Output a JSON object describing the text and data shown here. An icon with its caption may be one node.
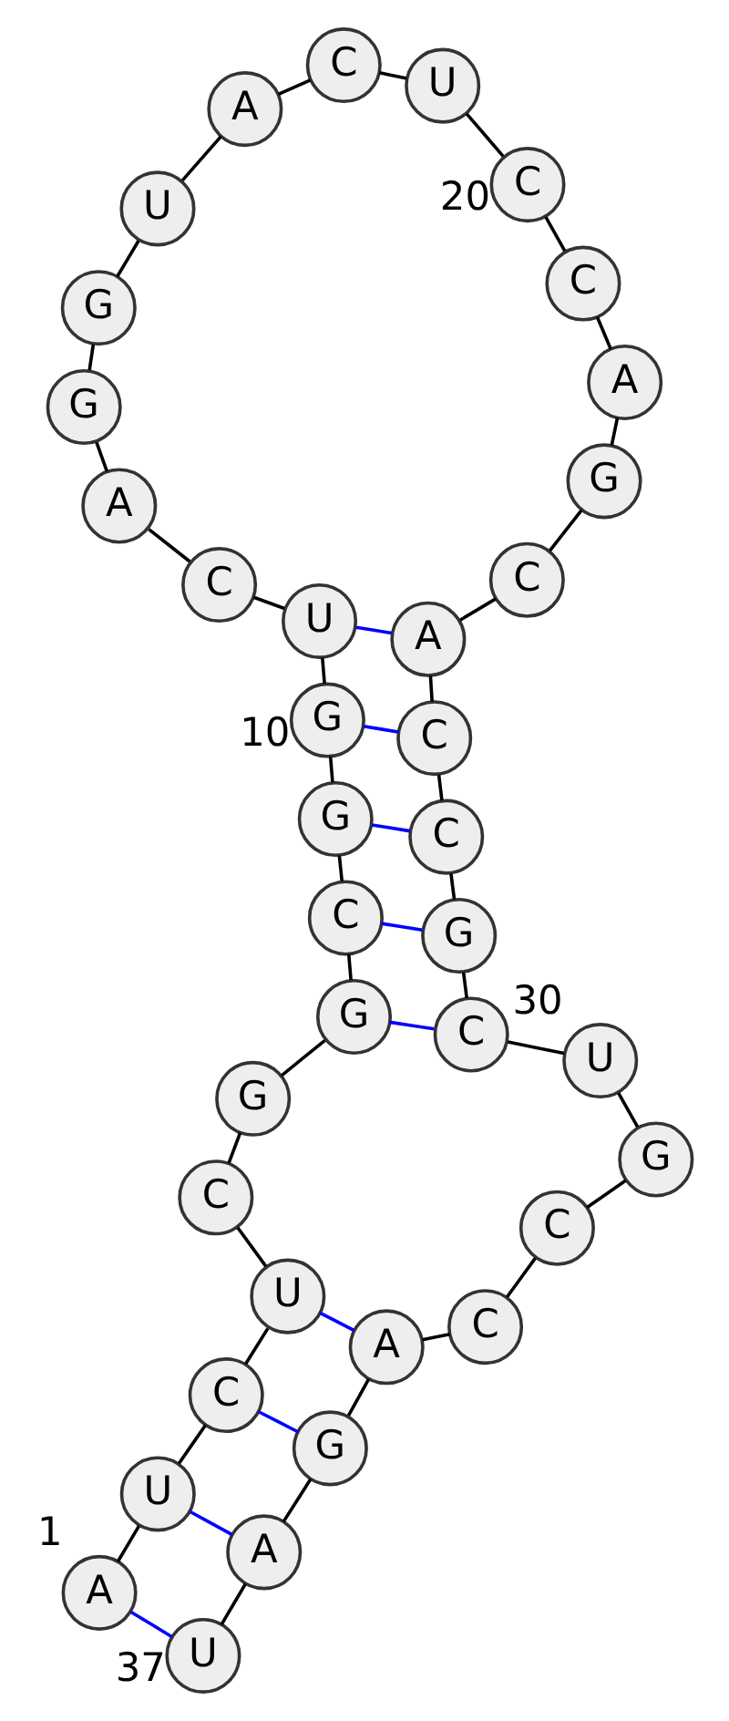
{
  "diagram": {
    "nodes": [
      {
        "text": [
          "A"
        ],
        "beside": [
          "1"
        ]
      },
      {
        "text": [
          "U"
        ]
      },
      {
        "text": [
          "C"
        ]
      },
      {
        "text": [
          "U"
        ]
      },
      {
        "text": [
          "C"
        ]
      },
      {
        "text": [
          "G"
        ]
      },
      {
        "text": [
          "G"
        ]
      },
      {
        "text": [
          "C"
        ]
      },
      {
        "text": [
          "G"
        ]
      },
      {
        "text": [
          "G"
        ],
        "beside": [
          "10"
        ]
      },
      {
        "text": [
          "U"
        ]
      },
      {
        "text": [
          "C"
        ]
      },
      {
        "text": [
          "A"
        ]
      },
      {
        "text": [
          "G"
        ]
      },
      {
        "text": [
          "G"
        ]
      },
      {
        "text": [
          "U"
        ]
      },
      {
        "text": [
          "A"
        ]
      },
      {
        "text": [
          "C"
        ]
      },
      {
        "text": [
          "U"
        ]
      },
      {
        "text": [
          "C"
        ],
        "beside": [
          "20"
        ]
      },
      {
        "text": [
          "C"
        ]
      },
      {
        "text": [
          "A"
        ]
      },
      {
        "text": [
          "G"
        ]
      },
      {
        "text": [
          "C"
        ]
      },
      {
        "text": [
          "A"
        ]
      },
      {
        "text": [
          "C"
        ]
      },
      {
        "text": [
          "C"
        ]
      },
      {
        "text": [
          "G"
        ]
      },
      {
        "text": [
          "C"
        ]
      },
      {
        "text": [
          "U"
        ],
        "beside": [
          "30"
        ]
      },
      {
        "text": [
          "G"
        ]
      },
      {
        "text": [
          "C"
        ]
      },
      {
        "text": [
          "C"
        ]
      },
      {
        "text": [
          "A"
        ]
      },
      {
        "text": [
          "G"
        ]
      },
      {
        "text": [
          "A"
        ]
      },
      {
        "text": [
          "U"
        ],
        "beside": [
          "37"
        ]
      }
    ],
    "edges": [
      {
        "from": 0,
        "to": 1,
        "arrow": "none"
      },
      {
        "from": 1,
        "to": 2,
        "arrow": "none"
      },
      {
        "from": 2,
        "to": 3,
        "arrow": "none"
      },
      {
        "from": 3,
        "to": 4,
        "arrow": "none"
      },
      {
        "from": 4,
        "to": 5,
        "arrow": "none"
      },
      {
        "from": 5,
        "to": 6,
        "arrow": "none"
      },
      {
        "from": 6,
        "to": 7,
        "arrow": "none"
      },
      {
        "from": 7,
        "to": 8,
        "arrow": "none"
      },
      {
        "from": 8,
        "to": 9,
        "arrow": "none"
      },
      {
        "from": 9,
        "to": 10,
        "arrow": "none"
      },
      {
        "from": 10,
        "to": 11,
        "arrow": "none"
      },
      {
        "from": 11,
        "to": 12,
        "arrow": "none"
      },
      {
        "from": 12,
        "to": 13,
        "arrow": "none"
      },
      {
        "from": 13,
        "to": 14,
        "arrow": "none"
      },
      {
        "from": 14,
        "to": 15,
        "arrow": "none"
      },
      {
        "from": 15,
        "to": 16,
        "arrow": "none"
      },
      {
        "from": 16,
        "to": 17,
        "arrow": "none"
      },
      {
        "from": 17,
        "to": 18,
        "arrow": "none"
      },
      {
        "from": 18,
        "to": 19,
        "arrow": "none"
      },
      {
        "from": 19,
        "to": 20,
        "arrow": "none"
      },
      {
        "from": 20,
        "to": 21,
        "arrow": "none"
      },
      {
        "from": 21,
        "to": 22,
        "arrow": "none"
      },
      {
        "from": 22,
        "to": 23,
        "arrow": "none"
      },
      {
        "from": 23,
        "to": 24,
        "arrow": "none"
      },
      {
        "from": 24,
        "to": 25,
        "arrow": "none"
      },
      {
        "from": 25,
        "to": 26,
        "arrow": "none"
      },
      {
        "from": 26,
        "to": 27,
        "arrow": "none"
      },
      {
        "from": 27,
        "to": 28,
        "arrow": "none"
      },
      {
        "from": 28,
        "to": 29,
        "arrow": "none"
      },
      {
        "from": 29,
        "to": 30,
        "arrow": "none"
      },
      {
        "from": 30,
        "to": 31,
        "arrow": "none"
      },
      {
        "from": 31,
        "to": 32,
        "arrow": "none"
      },
      {
        "from": 32,
        "to": 33,
        "arrow": "none"
      },
      {
        "from": 33,
        "to": 34,
        "arrow": "none"
      },
      {
        "from": 34,
        "to": 35,
        "arrow": "none"
      },
      {
        "from": 35,
        "to": 36,
        "arrow": "none"
      },
      {
        "from": 10,
        "to": 24,
        "arrow": "none",
        "color": "#0000ff"
      },
      {
        "from": 9,
        "to": 25,
        "arrow": "none",
        "color": "#0000ff"
      },
      {
        "from": 8,
        "to": 26,
        "arrow": "none",
        "color": "#0000ff"
      },
      {
        "from": 7,
        "to": 27,
        "arrow": "none",
        "color": "#0000ff"
      },
      {
        "from": 6,
        "to": 28,
        "arrow": "none",
        "color": "#0000ff"
      },
      {
        "from": 3,
        "to": 33,
        "arrow": "none",
        "color": "#0000ff"
      },
      {
        "from": 2,
        "to": 34,
        "arrow": "none",
        "color": "#0000ff"
      },
      {
        "from": 1,
        "to": 35,
        "arrow": "none",
        "color": "#0000ff"
      },
      {
        "from": 0,
        "to": 36,
        "arrow": "none",
        "color": "#0000ff"
      }
    ]
  }
}
